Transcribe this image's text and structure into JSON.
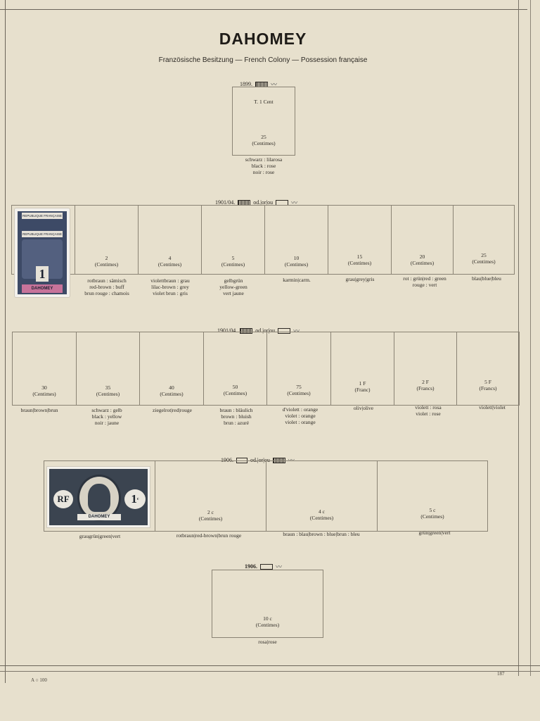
{
  "page": {
    "title": "DAHOMEY",
    "subtitle": "Französische Besitzung — French Colony — Possession française",
    "footer_left": "A ○ 100",
    "footer_right": "187"
  },
  "sections": [
    {
      "header": "1899.",
      "cells": [
        {
          "value": "T. 1 Cent",
          "value2": "25\n(Centimes)",
          "caption": "schwarz : lilarosa\nblack : rose\nnoir : rose"
        }
      ]
    },
    {
      "header": "1901/04.",
      "variant": "od.|or|ou",
      "cells": [
        {
          "value": "2\n(Centimes)",
          "caption": "rotbraun : sämisch\nred-brown : buff\nbrun rouge : chamois"
        },
        {
          "value": "4\n(Centimes)",
          "caption": "violettbraun : grau\nlilac-brown : grey\nviolet brun : gris"
        },
        {
          "value": "5\n(Centimes)",
          "caption": "gelbgrün\nyellow-green\nvert jaune"
        },
        {
          "value": "10\n(Centimes)",
          "caption": "karmin|carm."
        },
        {
          "value": "15\n(Centimes)",
          "caption": "grau|grey|gris"
        },
        {
          "value": "20\n(Centimes)",
          "caption": "rot : grün|red : green\nrouge : vert"
        },
        {
          "value": "25\n(Centimes)",
          "caption": "blau|blue|bleu"
        }
      ]
    },
    {
      "header": "1901/04.",
      "variant": "od.|or|ou",
      "cells": [
        {
          "value": "30\n(Centimes)",
          "caption": "braun|brown|brun"
        },
        {
          "value": "35\n(Centimes)",
          "caption": "schwarz : gelb\nblack : yellow\nnoir : jaune"
        },
        {
          "value": "40\n(Centimes)",
          "caption": "ziegelrot|red|rouge"
        },
        {
          "value": "50\n(Centimes)",
          "caption": "braun : bläulich\nbrown : bluish\nbrun : azuré"
        },
        {
          "value": "75\n(Centimes)",
          "caption": "d'violett : orange\nviolet : orange\nviolet : orange"
        },
        {
          "value": "1 F\n(Franc)",
          "caption": "oliv|olive"
        },
        {
          "value": "2 F\n(Francs)",
          "caption": "violett : rosa\nviolet : rose"
        },
        {
          "value": "5 F\n(Francs)",
          "caption": "violett|violet"
        }
      ]
    },
    {
      "header": "1906.",
      "variant": "od.|or|ou",
      "cells": [
        {
          "value": "",
          "caption": "graugrün|green|vert"
        },
        {
          "value": "2 c\n(Centimes)",
          "caption": "rotbraun|red-brown|brun rouge"
        },
        {
          "value": "4 c\n(Centimes)",
          "caption": "braun : blau|brown : blue|brun : bleu"
        },
        {
          "value": "5 c\n(Centimes)",
          "caption": "grün|green|vert"
        }
      ]
    },
    {
      "header": "1906.",
      "cells": [
        {
          "value": "10 c\n(Centimes)",
          "caption": "rosa|rose"
        }
      ]
    }
  ],
  "stamps": {
    "s1901": {
      "top_text": "REPUBLIQUE FRANÇAISE",
      "top_text2": "REPUBLIQUE FRANÇAISE",
      "value": "1",
      "country": "DAHOMEY",
      "colors": {
        "frame": "#3d4a66",
        "country_band": "#c7739a"
      }
    },
    "s1906": {
      "left_text": "RF",
      "value": "1",
      "unit": "c",
      "band": "DAHOMEY",
      "colors": {
        "frame": "#3b4450"
      }
    }
  }
}
